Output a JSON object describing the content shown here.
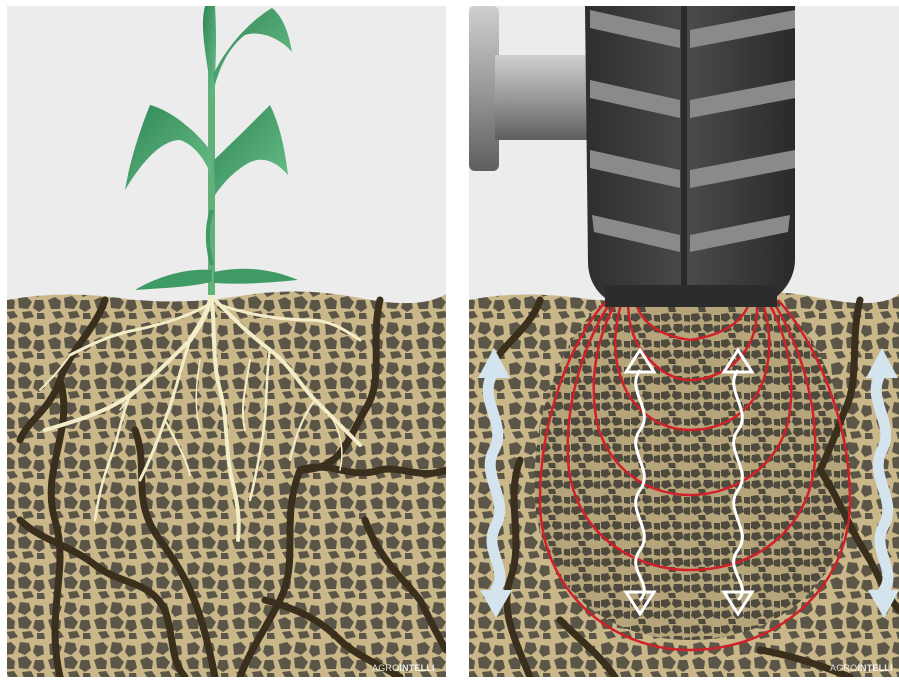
{
  "panels": [
    {
      "id": "left",
      "description_name": "healthy-soil-panel",
      "watermark": {
        "prefix": "AGRO",
        "suffix": "INTELLI"
      }
    },
    {
      "id": "right",
      "description_name": "compacted-soil-panel",
      "watermark": {
        "prefix": "AGRO",
        "suffix": "INTELLI"
      }
    }
  ],
  "colors": {
    "sky": "#ececec",
    "soil": "#c9b78a",
    "pebble": "#5b5648",
    "crack": "#3a2f1c",
    "root": "#f3ecc8",
    "leaf": "#3f9a63",
    "stem": "#62b07a",
    "pressure": "#d0202a",
    "water_arrow": "#d4e4ee",
    "tire": "#3c3c3c",
    "tread": "#8a8a8a",
    "hub": "#9a9a9a"
  },
  "icons": [
    "upward-water-arrow-icon",
    "downward-water-arrow-icon",
    "tractor-tire-icon",
    "plant-icon"
  ]
}
